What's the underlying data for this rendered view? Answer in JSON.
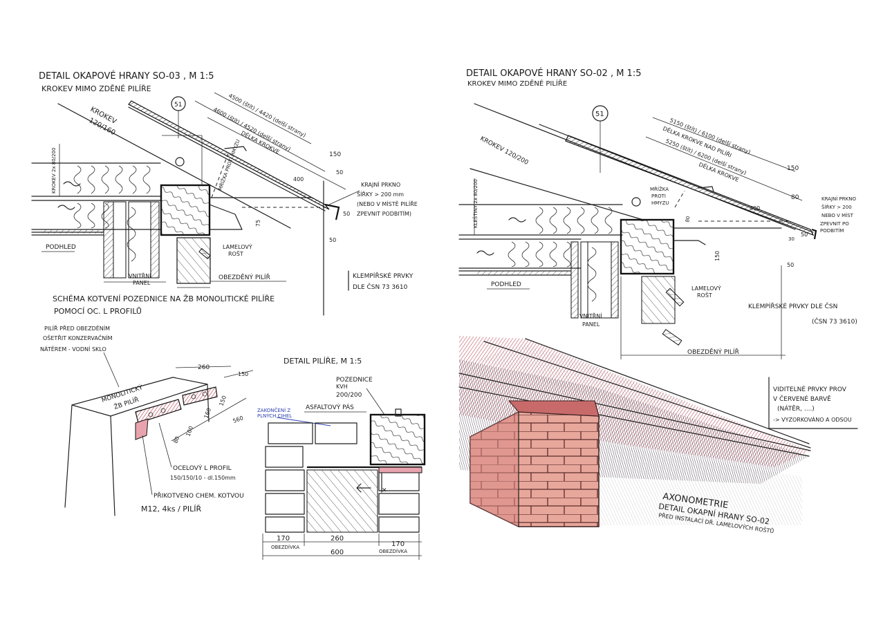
{
  "left": {
    "title": "DETAIL OKAPOVÉ HRANY SO-03 , M 1:5",
    "subtitle": "KROKEV MIMO ZDĚNÉ PILÍŘE",
    "marker": "51",
    "krokev": "KROKEV",
    "krokev_size": "120/160",
    "dims": {
      "d1": "4500 (štít) / 4420 (delší strany)",
      "d2": "4600 (štít) / 4520 (delší strany)",
      "delka": "DÉLKA KROKVE",
      "d150": "150",
      "d50a": "50",
      "d400": "400",
      "d50b": "50",
      "d75": "75",
      "d50c": "50"
    },
    "krokev_vert": "KROKEV 2x 80/200",
    "mrizka": "MŘÍŽKA PROTI HMYZU",
    "krajni_prkno": [
      "KRAJNÍ PRKNO",
      "ŠÍŘKY > 200 mm",
      "(NEBO V MÍSTĚ PILÍŘE",
      "ZPEVNIT PODBITÍM)"
    ],
    "podhled": "PODHLED",
    "lamelovy": [
      "LAMELOVÝ",
      "ROŠT"
    ],
    "vnitrni": [
      "VNITŘNÍ",
      "PANEL"
    ],
    "obezdeny": "OBEZDĚNÝ PILÍŘ",
    "klempirske": [
      "KLEMPÍŘSKÉ PRVKY",
      "DLE ČSN 73 3610"
    ],
    "schema": [
      "SCHÉMA KOTVENÍ POZEDNICE NA ŽB MONOLITICKÉ PILÍŘE",
      "POMOCÍ OC. L PROFILŮ"
    ],
    "pilir_note": [
      "PILÍŘ PŘED OBEZDĚNÍM",
      "OŠETŘIT KONZERVAČNÍM",
      "NÁTĚREM - VODNÍ SKLO"
    ],
    "monoliticky": [
      "MONOLITICKÝ",
      "ŽB PILÍŘ"
    ],
    "schema_dims": {
      "d260": "260",
      "d150": "150",
      "d150b": "150",
      "d560": "560",
      "d160": "160",
      "d100": "100",
      "d80": "80"
    },
    "ocelovy": [
      "OCELOVÝ L PROFIL",
      "150/150/10 - dl.150mm"
    ],
    "prikotveno": [
      "PŘIKOTVENO CHEM. KOTVOU",
      "M12, 4ks / PILÍŘ"
    ],
    "detail_pilire": "DETAIL PILÍŘE, M 1:5",
    "pozednice": [
      "POZEDNICE",
      "KVH",
      "200/200"
    ],
    "asfaltovy": "ASFALTOVÝ PÁS",
    "zakonceni": [
      "ZAKONČENÍ Z",
      "PLNÝCH CIHEL"
    ],
    "bottom_dims": {
      "a": "170",
      "a_lbl": "OBEZDÍVKA",
      "b": "260",
      "c": "170",
      "c_lbl": "OBEZDÍVKA",
      "total": "600"
    }
  },
  "right": {
    "title": "DETAIL OKAPOVÉ HRANY SO-02 , M 1:5",
    "subtitle": "KROKEV MIMO ZDĚNÉ PILÍŘE",
    "marker": "51",
    "krokev": "KROKEV 120/200",
    "dims": {
      "d1": "5150 (štít) / 6100 (delší strany)",
      "delka1": "DÉLKA KROKVE NAD PILÍŘI",
      "d2": "5250 (štít) / 6200 (delší strany)",
      "delka2": "DÉLKA KROKVE",
      "d150": "150",
      "d80": "80",
      "d400": "400",
      "d50": "50",
      "d30": "30",
      "d150v": "150",
      "d50b": "50",
      "d80b": "80"
    },
    "krokev_vert": "KLEŠTINY 2x 80/200",
    "mrizka": [
      "MŘÍŽKA",
      "PROTI",
      "HMYZU"
    ],
    "krajni_prkno": [
      "KRAJNÍ PRKNO",
      "ŠÍŘKY > 200",
      "NEBO V MÍST",
      "ZPEVNIT PO",
      "PODBITÍM"
    ],
    "podhled": "PODHLED",
    "lamelovy": [
      "LAMELOVÝ",
      "ROŠT"
    ],
    "vnitrni": [
      "VNITŘNÍ",
      "PANEL"
    ],
    "klempirske": [
      "KLEMPÍŘSKÉ PRVKY DLE ČSN",
      "(ČSN 73 3610)"
    ],
    "obezdeny": "OBEZDĚNÝ PILÍŘ",
    "legend": [
      "VIDITELNÉ PRVKY PROV",
      "V ČERVENÉ BARVĚ",
      "(NÁTĚR, ....)",
      "-> VYZORKOVÁNO A ODSOU"
    ],
    "axo": [
      "AXONOMETRIE",
      "DETAIL OKAPNÍ HRANY SO-02",
      "PŘED INSTALACÍ DŘ. LAMELOVÝCH ROŠTŮ"
    ]
  }
}
